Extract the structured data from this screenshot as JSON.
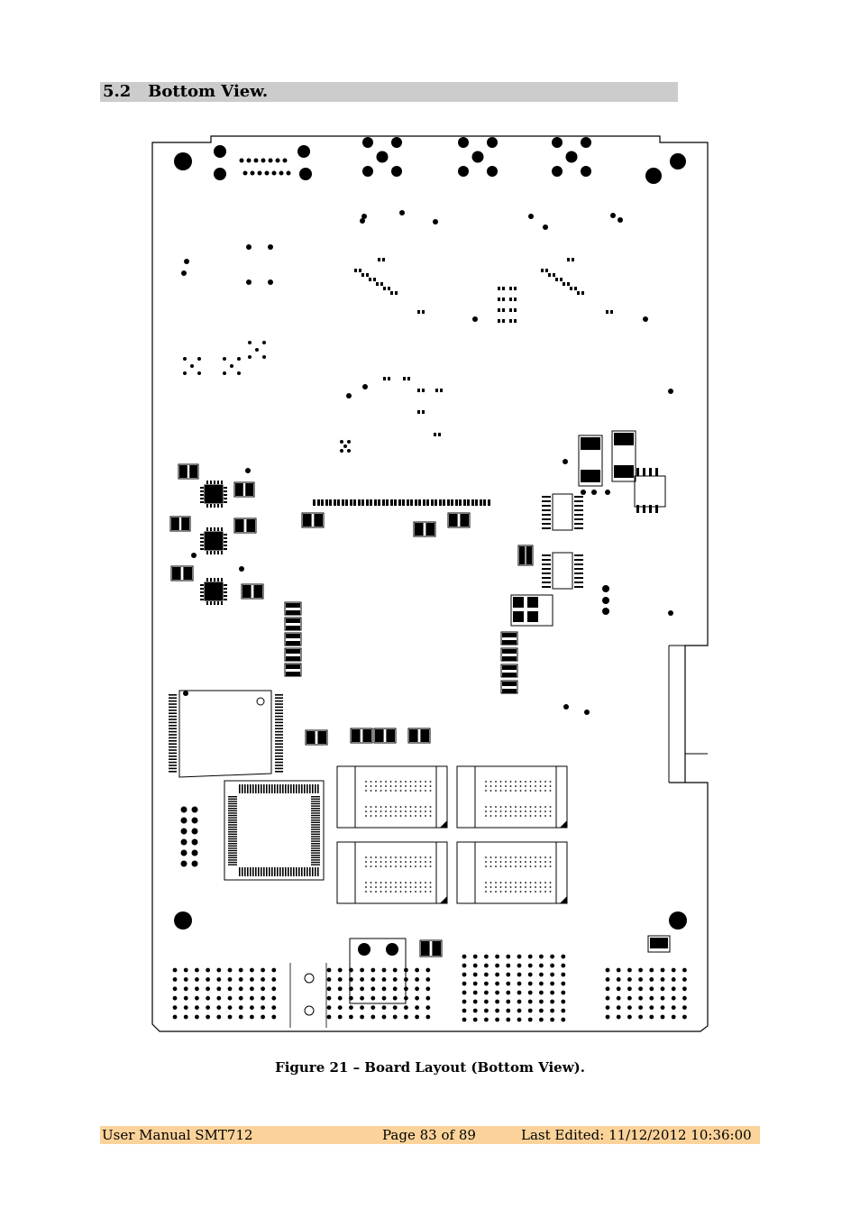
{
  "section": {
    "number": "5.2",
    "title": "Bottom View."
  },
  "figure": {
    "caption": "Figure 21 – Board Layout (Bottom View)."
  },
  "footer": {
    "left": "User Manual SMT712",
    "middle": "Page 83 of 89",
    "right": "Last Edited: 11/12/2012 10:36:00"
  },
  "colors": {
    "section_bar": "#cccccc",
    "footer_bar": "#fbd39a"
  }
}
